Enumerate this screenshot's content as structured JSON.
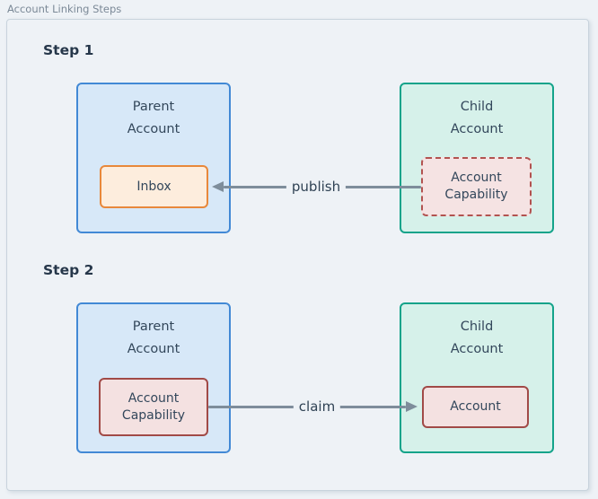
{
  "diagram_label": "Account Linking Steps",
  "colors": {
    "canvas_background": "#eef2f6",
    "panel_border": "#c8d3dc",
    "heading_text": "#26374a",
    "node_text": "#33475b",
    "parent_node_fill": "#d7e8f8",
    "parent_node_border": "#4289d5",
    "child_node_fill": "#d6f1ea",
    "child_node_border": "#14a38a",
    "inbox_fill": "#fdeddd",
    "inbox_border": "#e8883b",
    "capability_fill": "#f4e1e1",
    "capability_border_solid": "#a14a47",
    "capability_border_dashed": "#b25350",
    "arrow": "#7e8d9b"
  },
  "steps": [
    {
      "heading": "Step 1",
      "parent_node": {
        "title": "Parent\nAccount",
        "inner_node": "Inbox"
      },
      "child_node": {
        "title": "Child\nAccount",
        "inner_node": "Account\nCapability",
        "inner_node_border_style": "dashed"
      },
      "edge": {
        "label": "publish",
        "direction": "right-to-left"
      }
    },
    {
      "heading": "Step 2",
      "parent_node": {
        "title": "Parent\nAccount",
        "inner_node": "Account\nCapability"
      },
      "child_node": {
        "title": "Child\nAccount",
        "inner_node": "Account"
      },
      "edge": {
        "label": "claim",
        "direction": "left-to-right"
      }
    }
  ]
}
